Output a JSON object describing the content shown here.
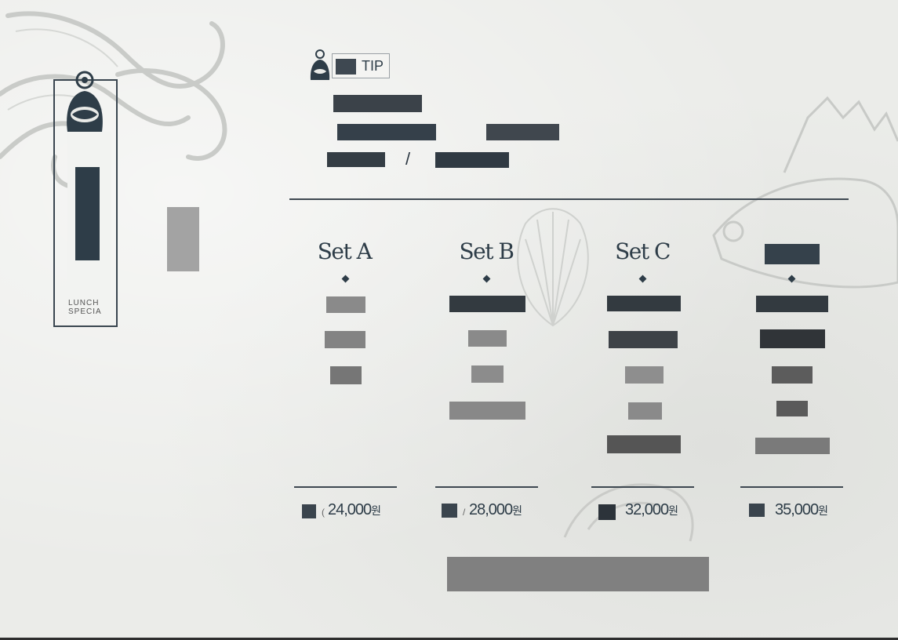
{
  "tip": {
    "label": "TIP"
  },
  "side": {
    "caption_line1": "LUNCH",
    "caption_line2": "SPECIA"
  },
  "sets": [
    {
      "title": "Set A",
      "price": "24,000",
      "won": "원"
    },
    {
      "title": "Set B",
      "price": "28,000",
      "won": "원"
    },
    {
      "title": "Set C",
      "price": "32,000",
      "won": "원"
    },
    {
      "title": "",
      "price": "35,000",
      "won": "원"
    }
  ],
  "separator": "/",
  "colors": {
    "ink": "#2e3d48",
    "paper": "#ebece9",
    "redaction_dark": "#343d44",
    "redaction_grey": "#808080"
  },
  "icons": [
    "monk-logo-icon",
    "diamond-icon"
  ]
}
